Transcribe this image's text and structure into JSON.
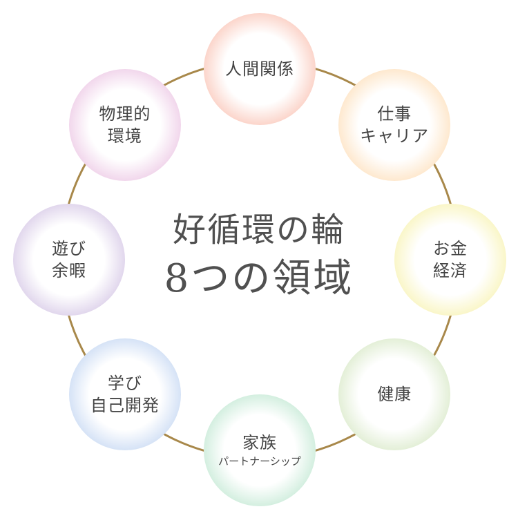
{
  "title": {
    "line1": "好循環の輪",
    "line2": "8つの領域"
  },
  "arrow_color": "#a8884a",
  "nodes": [
    {
      "line1": "人間関係",
      "line2": "",
      "color": "#f7a58f"
    },
    {
      "line1": "仕事",
      "line2": "キャリア",
      "color": "#fdcf98"
    },
    {
      "line1": "お金",
      "line2": "経済",
      "color": "#f4ec8a"
    },
    {
      "line1": "健康",
      "line2": "",
      "color": "#c4ddaa"
    },
    {
      "line1": "家族",
      "line2": "パートナーシップ",
      "small": true,
      "color": "#a2dcbc"
    },
    {
      "line1": "学び",
      "line2": "自己開発",
      "color": "#a6c2ec"
    },
    {
      "line1": "遊び",
      "line2": "余暇",
      "color": "#bfa9d8"
    },
    {
      "line1": "物理的",
      "line2": "環境",
      "color": "#e2a9d6"
    }
  ]
}
